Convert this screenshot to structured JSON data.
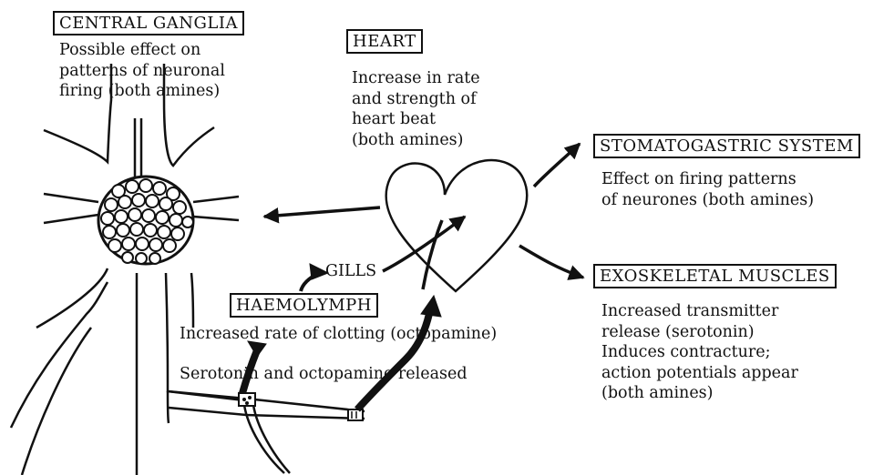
{
  "central_ganglia": {
    "title": "CENTRAL GANGLIA",
    "lines": [
      "Possible effect on",
      "patterns of neuronal",
      "firing (both amines)"
    ]
  },
  "heart": {
    "title": "HEART",
    "lines": [
      "Increase in rate",
      "and strength of",
      "heart beat",
      "(both amines)"
    ]
  },
  "stomatogastric": {
    "title": "STOMATOGASTRIC SYSTEM",
    "lines": [
      "Effect on firing patterns",
      "of neurones (both amines)"
    ]
  },
  "exoskeletal": {
    "title": "EXOSKELETAL MUSCLES",
    "lines": [
      "Increased transmitter",
      "release (serotonin)",
      "Induces contracture;",
      "action potentials appear",
      "(both amines)"
    ]
  },
  "haemolymph": {
    "title": "HAEMOLYMPH",
    "clotting": "Increased rate of clotting (octopamine)",
    "release": "Serotonin and octopamine released"
  },
  "gills": {
    "label": "GILLS"
  }
}
